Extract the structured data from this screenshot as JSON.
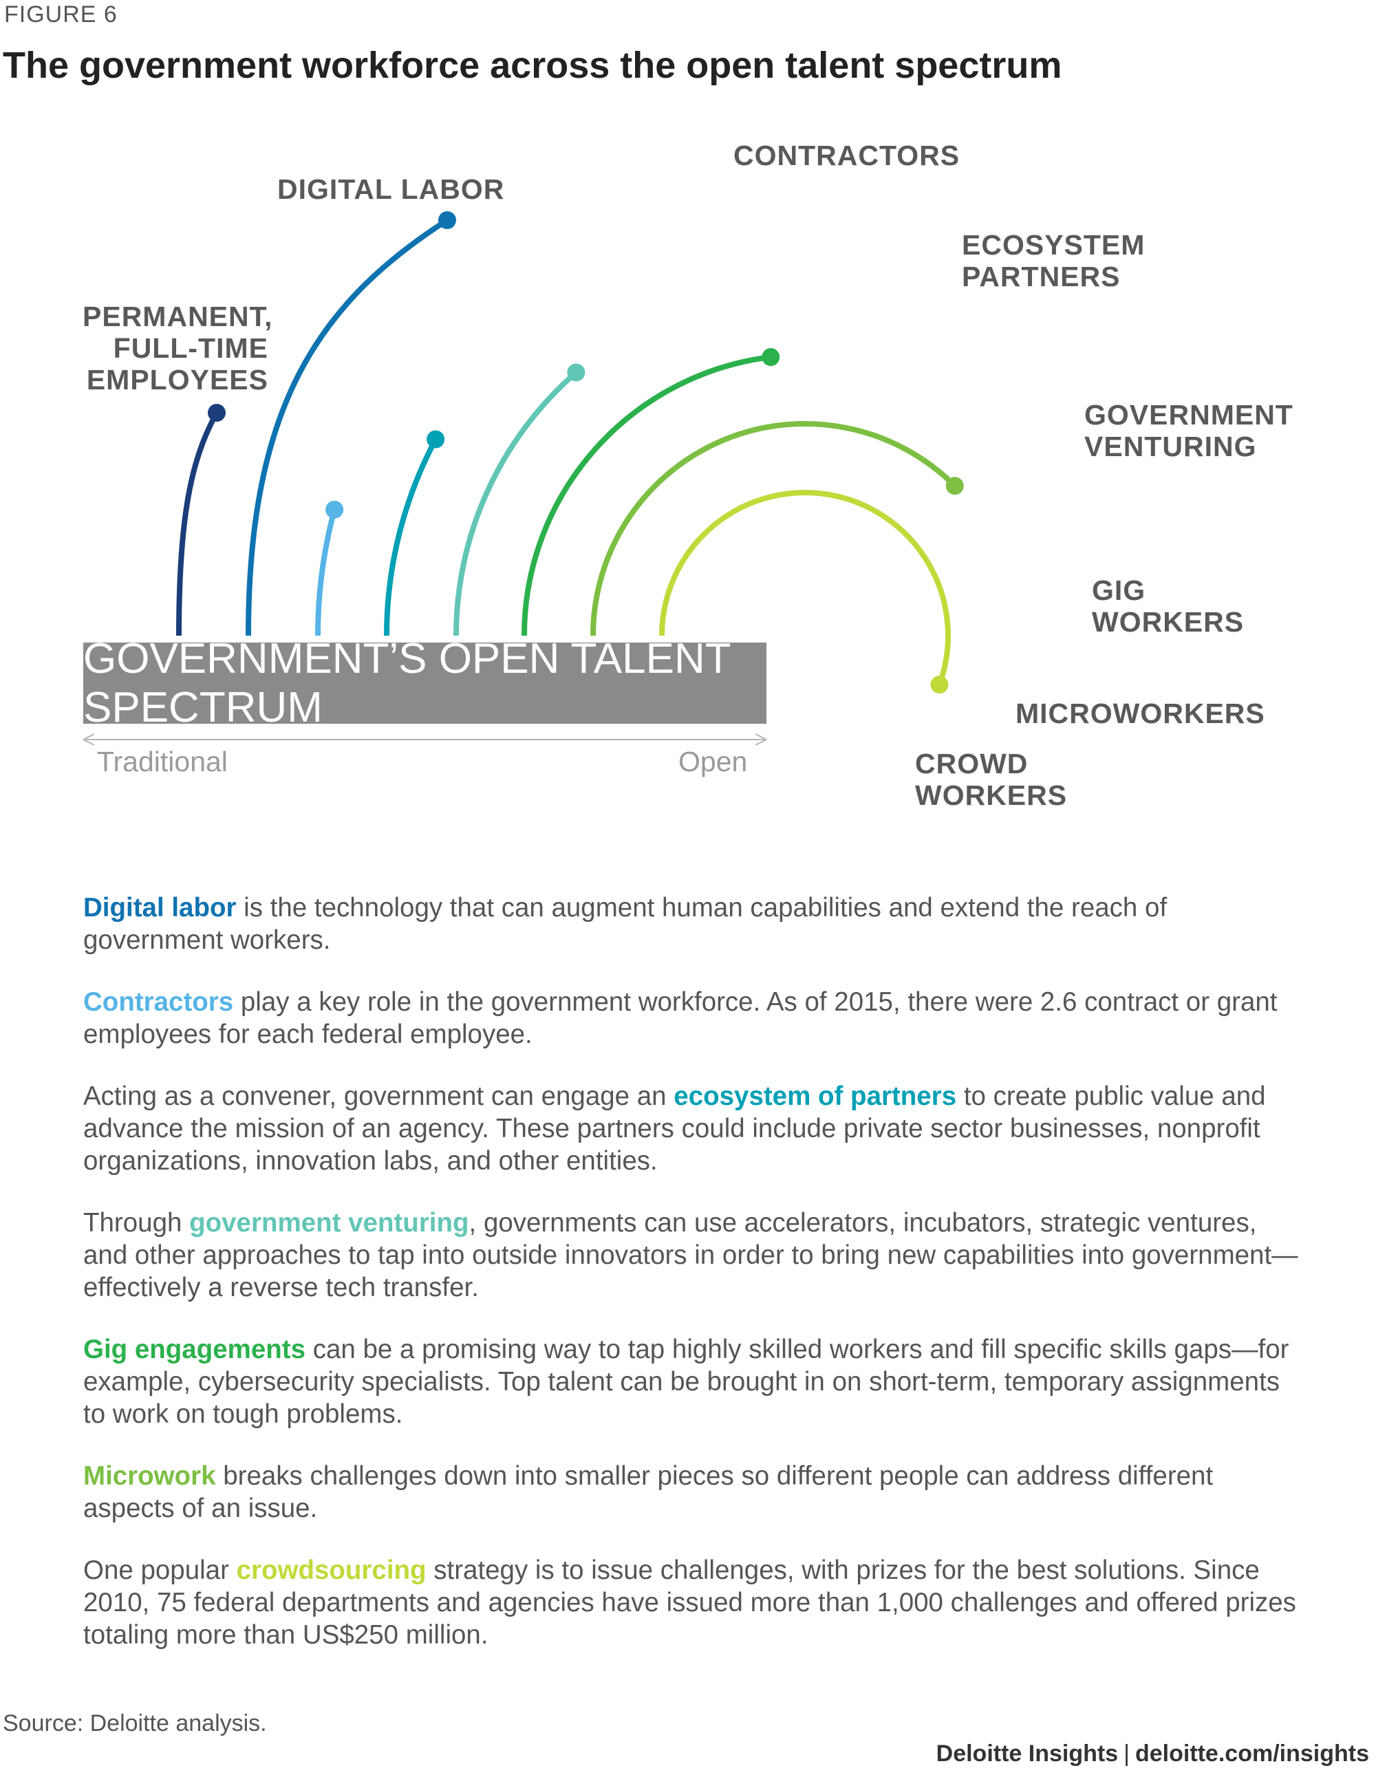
{
  "figure_label": "FIGURE 6",
  "title": "The government workforce across the open talent spectrum",
  "spectrum": {
    "bar_label": "GOVERNMENT’S OPEN TALENT SPECTRUM",
    "axis_left": "Traditional",
    "axis_right": "Open"
  },
  "categories": [
    {
      "lines": [
        "PERMANENT,",
        "FULL-TIME",
        "EMPLOYEES"
      ],
      "color": "#1b3d7a"
    },
    {
      "lines": [
        "DIGITAL LABOR"
      ],
      "color": "#0f73b1"
    },
    {
      "lines": [
        "CONTRACTORS"
      ],
      "color": "#56b4e6"
    },
    {
      "lines": [
        "ECOSYSTEM",
        "PARTNERS"
      ],
      "color": "#00a0b5"
    },
    {
      "lines": [
        "GOVERNMENT",
        "VENTURING"
      ],
      "color": "#62c6b6"
    },
    {
      "lines": [
        "GIG",
        "WORKERS"
      ],
      "color": "#2bb14c"
    },
    {
      "lines": [
        "MICROWORKERS"
      ],
      "color": "#7cbf42"
    },
    {
      "lines": [
        "CROWD",
        "WORKERS"
      ],
      "color": "#c2d93a"
    }
  ],
  "paragraphs": [
    {
      "before": "",
      "highlight": "Digital labor",
      "after": " is the technology that can augment human capabilities and extend the reach of government workers.",
      "color": "#0f73b1"
    },
    {
      "before": "",
      "highlight": "Contractors",
      "after": " play a key role in the government workforce. As of 2015, there were 2.6 contract or grant employees for each federal employee.",
      "color": "#56b4e6"
    },
    {
      "before": "Acting as a convener, government can engage an ",
      "highlight": "ecosystem of partners",
      "after": " to create public value and advance the mission of an agency. These partners could include private sector businesses, nonprofit organizations, innovation labs, and other entities.",
      "color": "#00a0b5"
    },
    {
      "before": "Through ",
      "highlight": "government venturing",
      "after": ", governments can use accelerators, incubators, strategic ventures, and other approaches to tap into outside innovators in order to bring new capabilities into government—effectively a reverse tech transfer.",
      "color": "#62c6b6"
    },
    {
      "before": "",
      "highlight": "Gig engagements",
      "after": " can be a promising way to tap highly skilled workers and fill specific skills gaps—for example, cybersecurity specialists. Top talent can be brought in on short-term, temporary assignments to work on tough problems.",
      "color": "#2bb14c"
    },
    {
      "before": "",
      "highlight": "Microwork",
      "after": " breaks challenges down into smaller pieces so different people can address different aspects of an issue.",
      "color": "#7cbf42"
    },
    {
      "before": "One popular ",
      "highlight": "crowdsourcing",
      "after": " strategy is to issue challenges, with prizes for the best solutions. Since 2010, 75 federal departments and agencies have issued more than 1,000 challenges and offered prizes totaling more than US$250 million.",
      "color": "#c2d93a"
    }
  ],
  "source": "Source: Deloitte analysis.",
  "footer": {
    "brand": "Deloitte Insights",
    "separator": "|",
    "url": "deloitte.com/insights"
  }
}
